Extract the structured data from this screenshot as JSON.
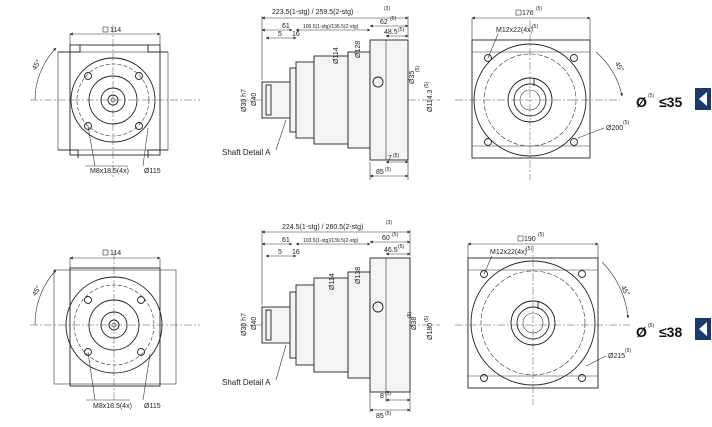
{
  "top": {
    "front": {
      "square": "114",
      "angle": "45°",
      "thread": "M8x18.5(4x)",
      "circle": "Ø115"
    },
    "side": {
      "total_length": "223.5(1-stg) / 259.5(2-stg)",
      "total_length_sup": "(3)",
      "d61": "61",
      "d5": "5",
      "d16": "16",
      "stage_len": "100.5(1-stg)/136.5(2-stg)",
      "d62": "62",
      "d62_sup": "(5)",
      "d48": "48.5",
      "d48_sup": "(5)",
      "d114": "Ø114",
      "d128": "Ø128",
      "shaft": "Ø30 h7",
      "d40": "Ø40",
      "bore": "Ø35",
      "bore_sup": "(5)",
      "d114_3": "Ø114.3",
      "d114_3_sup": "(5)",
      "d7": "7",
      "d7_sup": "(5)",
      "d85": "85",
      "d85_sup": "(5)",
      "shaft_detail": "Shaft Detail  A"
    },
    "motor": {
      "square": "176",
      "square_sup": "(5)",
      "thread": "M12x22(4x)",
      "thread_sup": "(5)",
      "angle": "45°",
      "circle": "Ø200",
      "circle_sup": "(5)"
    },
    "badge": {
      "prefix": "Ø",
      "sup": "(5)",
      "value": "≤35"
    }
  },
  "bottom": {
    "front": {
      "square": "114",
      "angle": "45°",
      "thread": "M8x18.5(4x)",
      "circle": "Ø115"
    },
    "side": {
      "total_length": "224.5(1-stg) / 260.5(2-stg)",
      "total_length_sup": "(3)",
      "d61": "61",
      "d5": "5",
      "d16": "16",
      "stage_len": "103.5(1-stg)/139.5(2-stg)",
      "d60": "60",
      "d60_sup": "(5)",
      "d46": "46.5",
      "d46_sup": "(5)",
      "d114": "Ø114",
      "d138": "Ø138",
      "shaft": "Ø30 h7",
      "d40": "Ø40",
      "bore": "Ø38",
      "bore_sup": "(5)",
      "d180": "Ø180",
      "d180_sup": "(5)",
      "d8": "8",
      "d8_sup": "(5)",
      "d85": "85",
      "d85_sup": "(5)",
      "shaft_detail": "Shaft Detail  A"
    },
    "motor": {
      "square": "190",
      "square_sup": "(5)",
      "thread": "M12x22(4x)",
      "thread_sup": "(5)",
      "angle": "45°",
      "circle": "Ø215",
      "circle_sup": "(5)"
    },
    "badge": {
      "prefix": "Ø",
      "sup": "(5)",
      "value": "≤38"
    }
  }
}
